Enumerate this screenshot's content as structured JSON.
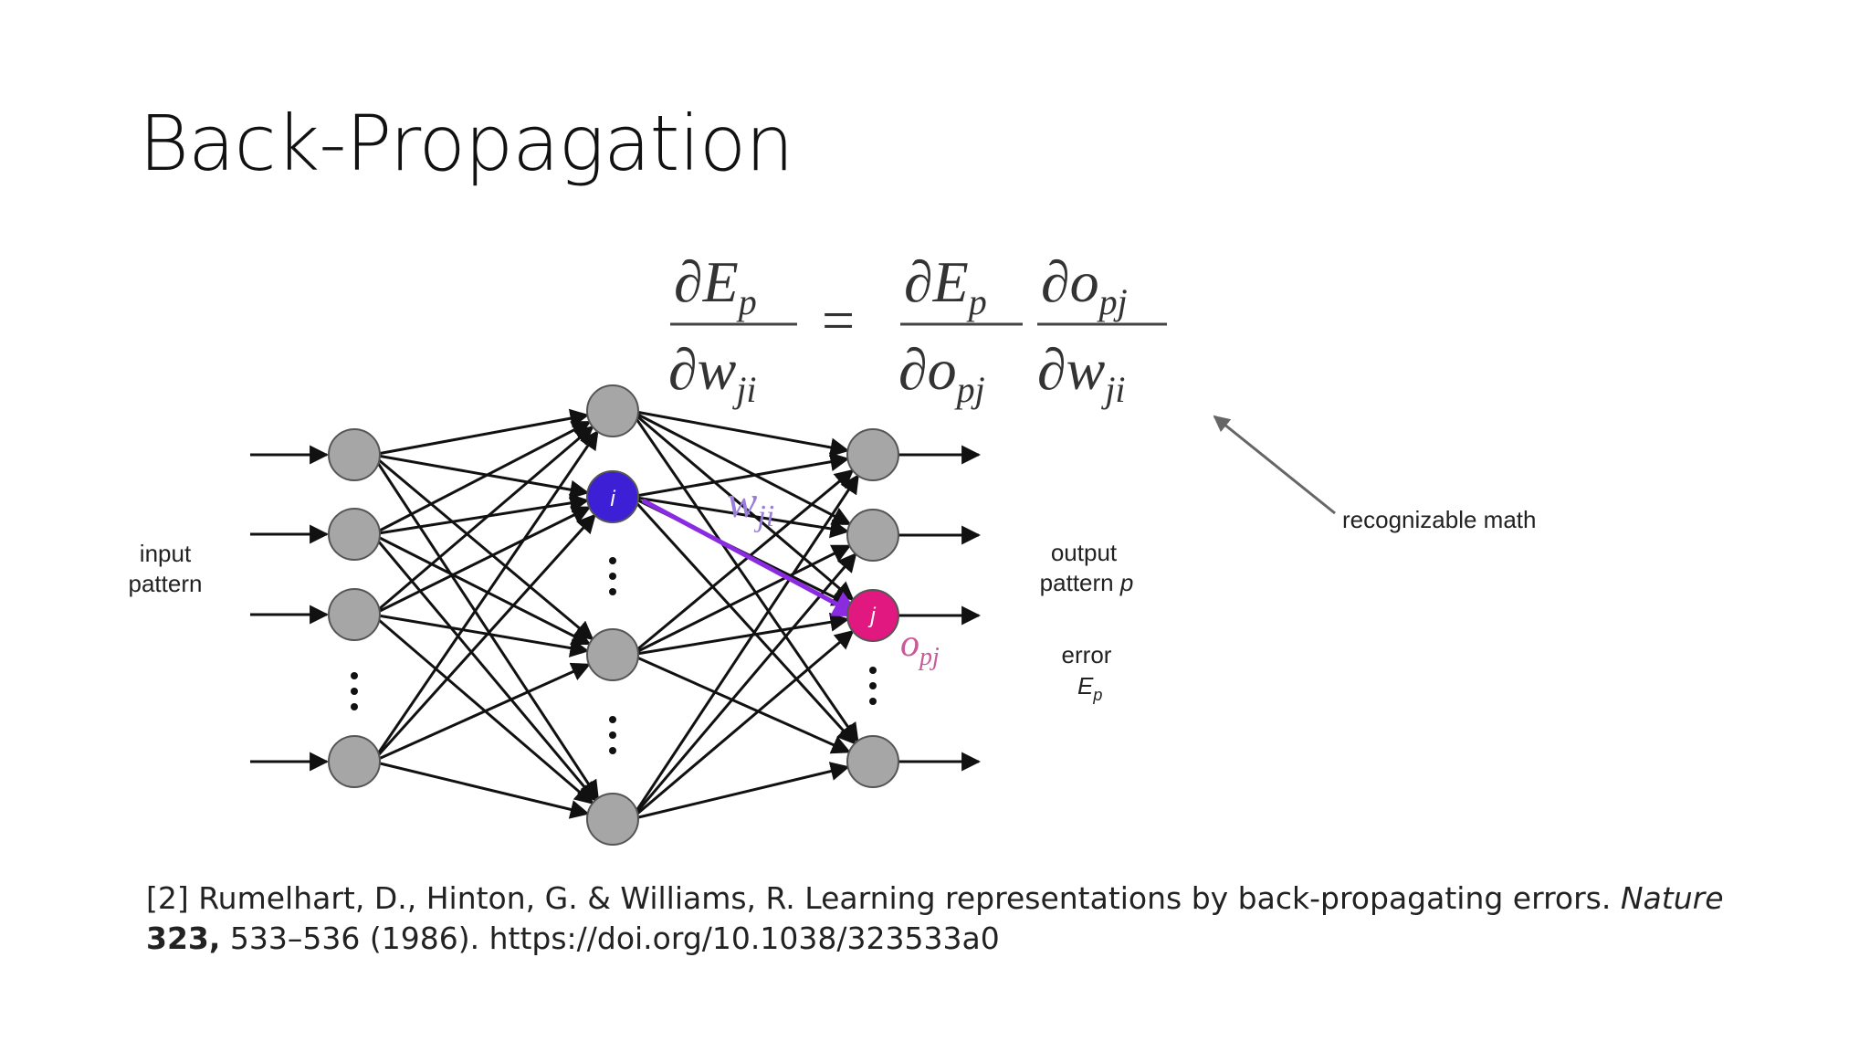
{
  "slide": {
    "title": "Back-Propagation"
  },
  "equation": {
    "lhs_numerator": {
      "partial": "∂",
      "base": "E",
      "sub": "p"
    },
    "lhs_denominator": {
      "partial": "∂",
      "base": "w",
      "sub": "ji"
    },
    "equals": "=",
    "rhs1_numerator": {
      "partial": "∂",
      "base": "E",
      "sub": "p"
    },
    "rhs1_denominator": {
      "partial": "∂",
      "base": "o",
      "sub": "pj"
    },
    "rhs2_numerator": {
      "partial": "∂",
      "base": "o",
      "sub": "pj"
    },
    "rhs2_denominator": {
      "partial": "∂",
      "base": "w",
      "sub": "ji"
    }
  },
  "annotation": {
    "label": "recognizable math"
  },
  "network": {
    "input_label_line1": "input",
    "input_label_line2": "pattern",
    "output_label_line1": "output",
    "output_label_line2": "pattern",
    "output_label_var": "p",
    "error_label": "error",
    "error_var_base": "E",
    "error_var_sub": "p",
    "node_i": "i",
    "node_j": "j",
    "weight_label": {
      "base": "w",
      "sub": "ji"
    },
    "output_value_label": {
      "base": "o",
      "sub": "pj"
    },
    "colors": {
      "node_gray": "#a6a6a6",
      "node_i": "#3d1fd6",
      "node_j": "#e0187f",
      "highlight_edge": "#8a2be2",
      "weight_label": "#9a7fd8",
      "output_value": "#c85a9a"
    }
  },
  "citation": {
    "prefix": "[2] Rumelhart, D., Hinton, G. & Williams, R. Learning representations by back-propagating errors. ",
    "journal": "Nature",
    "volume": " 323,",
    "suffix": " 533–536 (1986). https://doi.org/10.1038/323533a0"
  }
}
